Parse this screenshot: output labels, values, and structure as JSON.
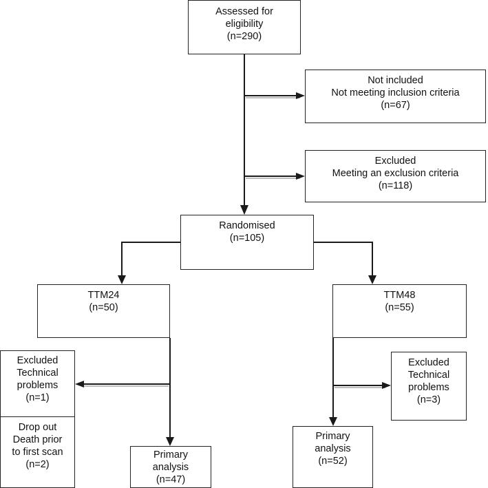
{
  "boxes": {
    "assessed": {
      "line1": "Assessed for",
      "line2": "eligibility",
      "count": "(n=290)"
    },
    "not_included": {
      "title": "Not included",
      "reason": "Not meeting inclusion criteria",
      "count": "(n=67)"
    },
    "excluded_top": {
      "title": "Excluded",
      "reason": "Meeting an exclusion criteria",
      "count": "(n=118)"
    },
    "randomised": {
      "title": "Randomised",
      "count": "(n=105)"
    },
    "ttm24": {
      "title": "TTM24",
      "count": "(n=50)"
    },
    "ttm48": {
      "title": "TTM48",
      "count": "(n=55)"
    },
    "excluded_left": {
      "title": "Excluded",
      "line2": "Technical",
      "line3": "problems",
      "count": "(n=1)"
    },
    "dropout_left": {
      "title": "Drop out",
      "line2": "Death prior",
      "line3": "to first scan",
      "count": "(n=2)"
    },
    "primary_left": {
      "title": "Primary",
      "line2": "analysis",
      "count": "(n=47)"
    },
    "excluded_right": {
      "title": "Excluded",
      "line2": "Technical",
      "line3": "problems",
      "count": "(n=3)"
    },
    "primary_right": {
      "title": "Primary",
      "line2": "analysis",
      "count": "(n=52)"
    }
  }
}
